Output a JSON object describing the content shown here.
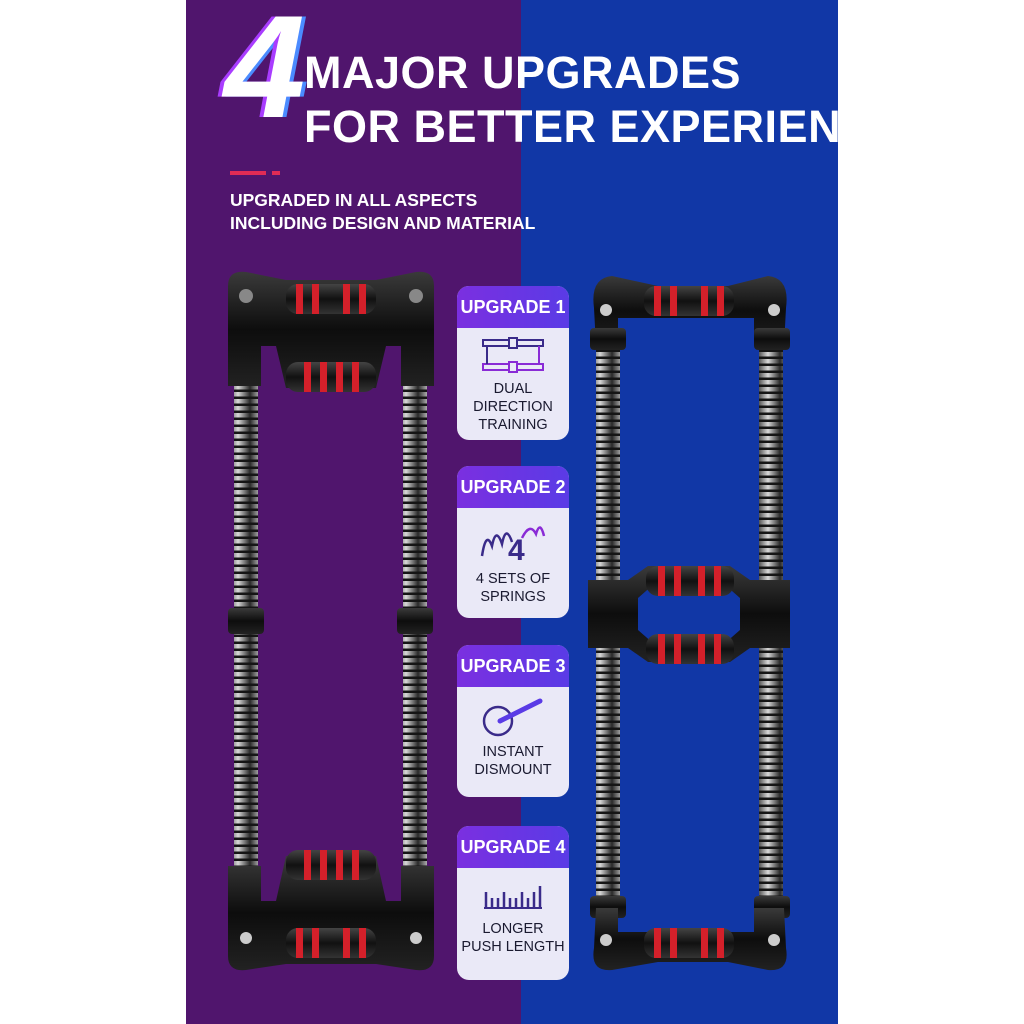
{
  "headline": {
    "number": "4",
    "line1": "MAJOR UPGRADES",
    "line2": "FOR BETTER EXPERIENCE"
  },
  "subheadline": {
    "line1": "UPGRADED IN ALL ASPECTS",
    "line2": "INCLUDING DESIGN AND MATERIAL"
  },
  "upgrades": [
    {
      "title": "UPGRADE 1",
      "lines": [
        "DUAL",
        "DIRECTION",
        "TRAINING"
      ],
      "icon": "dual-direction-icon"
    },
    {
      "title": "UPGRADE 2",
      "lines": [
        "4 SETS OF",
        "SPRINGS"
      ],
      "icon": "springs-icon",
      "icon_label": "4"
    },
    {
      "title": "UPGRADE 3",
      "lines": [
        "INSTANT",
        "DISMOUNT"
      ],
      "icon": "dismount-icon"
    },
    {
      "title": "UPGRADE 4",
      "lines": [
        "LONGER",
        "PUSH LENGTH"
      ],
      "icon": "push-length-icon"
    }
  ],
  "colors": {
    "left_bg": "#50156d",
    "right_bg": "#1137a6",
    "card_header": "#6a35e3",
    "card_body": "#eae9f7",
    "accent": "#e02c55",
    "grip_red": "#d4202a"
  }
}
